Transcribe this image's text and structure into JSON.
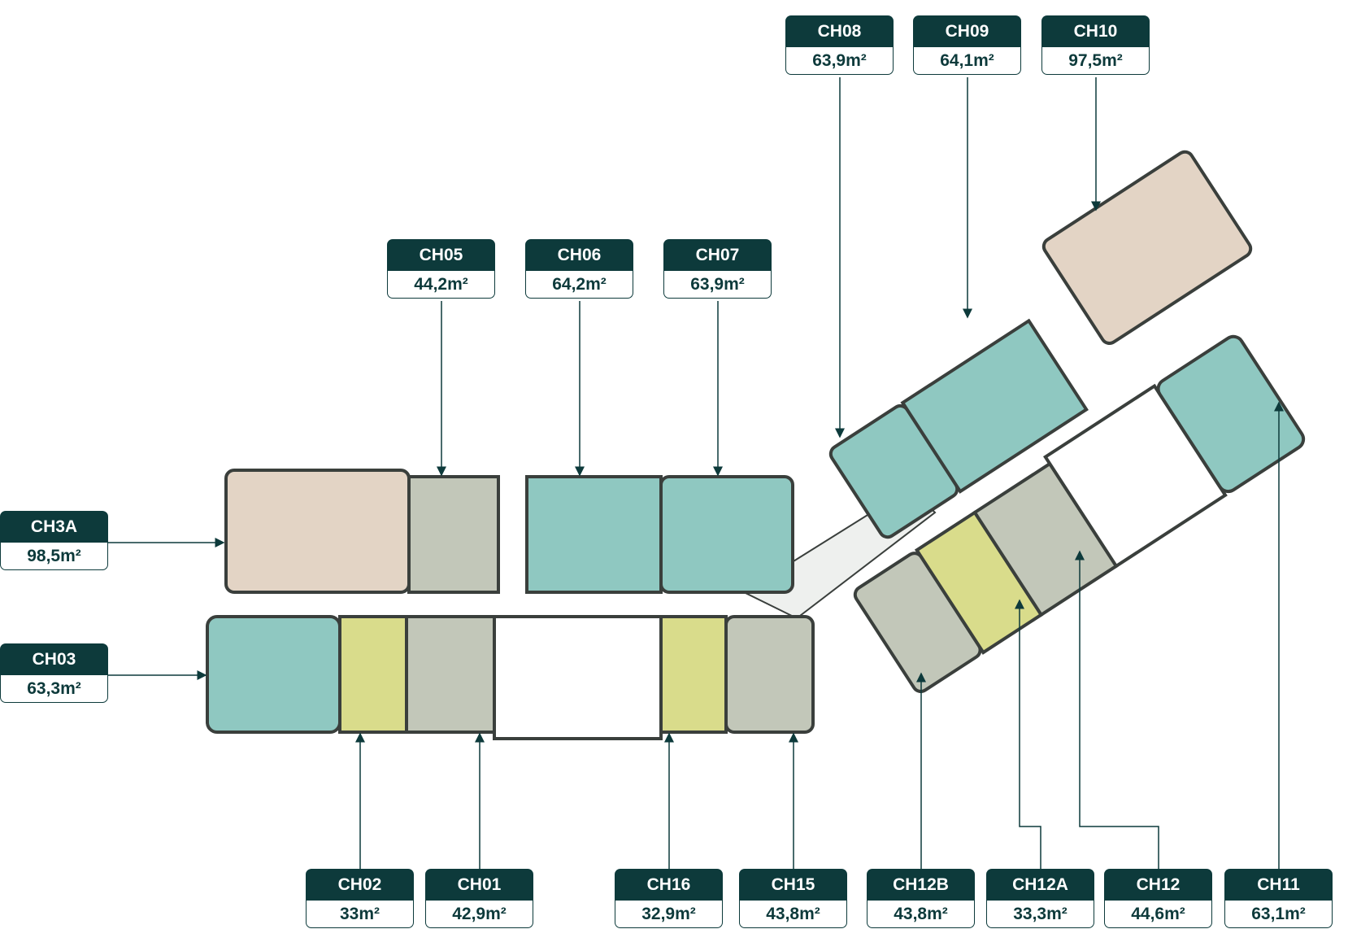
{
  "colors": {
    "label_bg": "#0d3a3b",
    "teal_unit": "#8fc8c1",
    "grey_unit": "#c2c7b9",
    "yellow_unit": "#d9dc8b",
    "beige_unit": "#e3d4c5",
    "wall": "#3a3f3c",
    "leader": "#0d3a3b"
  },
  "units": [
    {
      "code": "CH3A",
      "area": "98,5m²",
      "type": "beige"
    },
    {
      "code": "CH03",
      "area": "63,3m²",
      "type": "teal"
    },
    {
      "code": "CH05",
      "area": "44,2m²",
      "type": "grey"
    },
    {
      "code": "CH06",
      "area": "64,2m²",
      "type": "teal"
    },
    {
      "code": "CH07",
      "area": "63,9m²",
      "type": "teal"
    },
    {
      "code": "CH08",
      "area": "63,9m²",
      "type": "teal"
    },
    {
      "code": "CH09",
      "area": "64,1m²",
      "type": "teal"
    },
    {
      "code": "CH10",
      "area": "97,5m²",
      "type": "beige"
    },
    {
      "code": "CH02",
      "area": "33m²",
      "type": "yellow"
    },
    {
      "code": "CH01",
      "area": "42,9m²",
      "type": "grey"
    },
    {
      "code": "CH16",
      "area": "32,9m²",
      "type": "yellow"
    },
    {
      "code": "CH15",
      "area": "43,8m²",
      "type": "grey"
    },
    {
      "code": "CH12B",
      "area": "43,8m²",
      "type": "grey"
    },
    {
      "code": "CH12A",
      "area": "33,3m²",
      "type": "yellow"
    },
    {
      "code": "CH12",
      "area": "44,6m²",
      "type": "grey"
    },
    {
      "code": "CH11",
      "area": "63,1m²",
      "type": "teal"
    }
  ]
}
